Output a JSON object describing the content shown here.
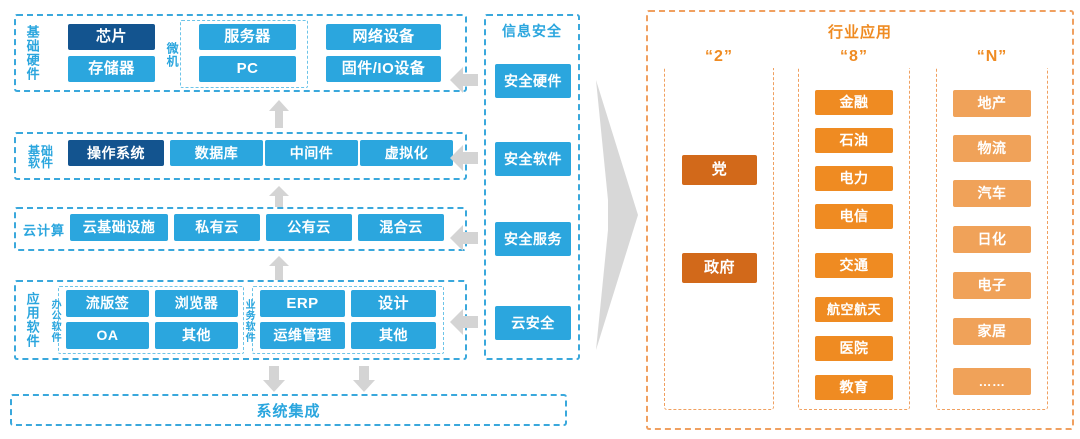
{
  "left_panel": {
    "rows": [
      {
        "label": "基础硬件",
        "sub_label": "微机",
        "items": [
          {
            "text": "芯片",
            "style": "darkblue"
          },
          {
            "text": "存储器",
            "style": "blue"
          },
          {
            "text": "服务器",
            "style": "blue"
          },
          {
            "text": "PC",
            "style": "blue"
          },
          {
            "text": "网络设备",
            "style": "blue"
          },
          {
            "text": "固件/IO设备",
            "style": "blue"
          }
        ]
      },
      {
        "label": "基础\n软件",
        "items": [
          {
            "text": "操作系统",
            "style": "darkblue"
          },
          {
            "text": "数据库",
            "style": "blue"
          },
          {
            "text": "中间件",
            "style": "blue"
          },
          {
            "text": "虚拟化",
            "style": "blue"
          }
        ]
      },
      {
        "label": "云计算",
        "items": [
          {
            "text": "云基础设施",
            "style": "blue"
          },
          {
            "text": "私有云",
            "style": "blue"
          },
          {
            "text": "公有云",
            "style": "blue"
          },
          {
            "text": "混合云",
            "style": "blue"
          }
        ]
      },
      {
        "label": "应用软件",
        "group_a_label": "办公软件",
        "group_b_label": "业务软件",
        "group_a": [
          {
            "text": "流版签",
            "style": "blue"
          },
          {
            "text": "浏览器",
            "style": "blue"
          },
          {
            "text": "OA",
            "style": "blue"
          },
          {
            "text": "其他",
            "style": "blue"
          }
        ],
        "group_b": [
          {
            "text": "ERP",
            "style": "blue"
          },
          {
            "text": "设计",
            "style": "blue"
          },
          {
            "text": "运维管理",
            "style": "blue"
          },
          {
            "text": "其他",
            "style": "blue"
          }
        ]
      }
    ],
    "bottom_bar": "系统集成"
  },
  "security_panel": {
    "title": "信息安全",
    "items": [
      {
        "text": "安全硬件"
      },
      {
        "text": "安全软件"
      },
      {
        "text": "安全服务"
      },
      {
        "text": "云安全"
      }
    ]
  },
  "industry_panel": {
    "title": "行业应用",
    "columns": [
      {
        "title": "“2”",
        "items": [
          {
            "text": "党",
            "style": "dkorange"
          },
          {
            "text": "政府",
            "style": "dkorange"
          }
        ]
      },
      {
        "title": "“8”",
        "items": [
          {
            "text": "金融",
            "style": "orange"
          },
          {
            "text": "石油",
            "style": "orange"
          },
          {
            "text": "电力",
            "style": "orange"
          },
          {
            "text": "电信",
            "style": "orange"
          },
          {
            "text": "交通",
            "style": "orange"
          },
          {
            "text": "航空航天",
            "style": "orange"
          },
          {
            "text": "医院",
            "style": "orange"
          },
          {
            "text": "教育",
            "style": "orange"
          }
        ]
      },
      {
        "title": "“N”",
        "items": [
          {
            "text": "地产",
            "style": "lightorange"
          },
          {
            "text": "物流",
            "style": "lightorange"
          },
          {
            "text": "汽车",
            "style": "lightorange"
          },
          {
            "text": "日化",
            "style": "lightorange"
          },
          {
            "text": "电子",
            "style": "lightorange"
          },
          {
            "text": "家居",
            "style": "lightorange"
          },
          {
            "text": "……",
            "style": "lightorange"
          }
        ]
      }
    ]
  },
  "colors": {
    "blue": "#2ba6de",
    "darkblue": "#13548f",
    "dashed_blue": "#3aa8dc",
    "orange": "#ef8b22",
    "light_orange": "#f0a259",
    "dark_orange": "#d2691a",
    "dashed_orange": "#f0a060",
    "arrow_gray": "#d4d4d4"
  },
  "icons": {
    "flow_arrow_up": "arrow-up-icon",
    "flow_arrow_left": "arrow-left-icon",
    "big_arrow_right": "big-arrow-right-icon"
  }
}
